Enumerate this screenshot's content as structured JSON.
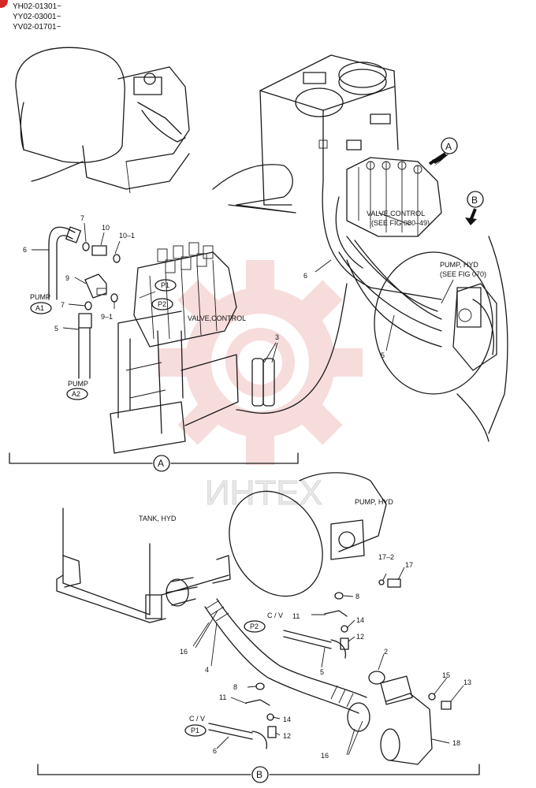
{
  "header": {
    "serials": [
      "YH02-01301~",
      "YY02-03001~",
      "YV02-01701~"
    ]
  },
  "watermark": {
    "text": "ИНТЕХ",
    "color": "#e34b4b"
  },
  "colors": {
    "line": "#1a1a1a",
    "watermark": "#f2c1c1",
    "corner_mark": "#d62828"
  },
  "view_a": {
    "section_label": "A",
    "valve_label": "VALVE,CONTROL",
    "pump_a1_label": "PUMP",
    "pump_a1_port": "A1",
    "pump_a2_label": "PUMP",
    "pump_a2_port": "A2",
    "port_p1": "P1",
    "port_p2": "P2",
    "callouts": [
      "7",
      "10",
      "10–1",
      "6",
      "9",
      "7",
      "9–1",
      "5",
      "3",
      "6",
      "5"
    ]
  },
  "overview": {
    "arrow_a": "A",
    "arrow_b": "B",
    "valve_label": "VALVE,CONTROL",
    "valve_ref": "(SEE FIG 080–49)",
    "pump_label": "PUMP, HYD",
    "pump_ref": "(SEE FIG 070)"
  },
  "view_b": {
    "section_label": "B",
    "tank_label": "TANK, HYD",
    "pump_label": "PUMP, HYD",
    "cv_label_1": "C / V",
    "cv_port_1": "P2",
    "cv_label_2": "C / V",
    "cv_port_2": "P1",
    "callouts": [
      "17–2",
      "17",
      "8",
      "11",
      "14",
      "12",
      "5",
      "16",
      "4",
      "2",
      "8",
      "11",
      "14",
      "12",
      "15",
      "13",
      "18",
      "16",
      "6"
    ]
  }
}
